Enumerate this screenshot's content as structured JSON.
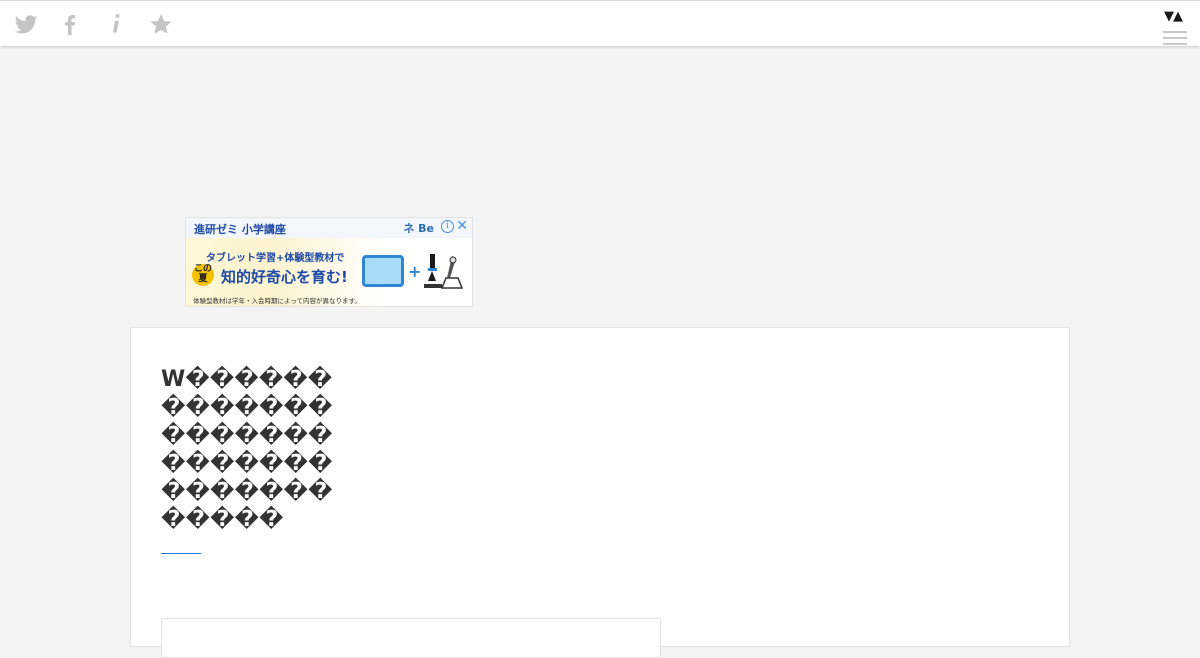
{
  "header": {
    "icons": [
      "twitter-icon",
      "facebook-icon",
      "info-icon",
      "star-icon"
    ],
    "sort_toggle": "▼▲",
    "menu_icon": "hamburger-icon"
  },
  "ad": {
    "brand": "進研ゼミ 小学講座",
    "logo": "ネ Be",
    "info": "i",
    "close": "✕",
    "tagline": "タブレット学習+体験型教材で",
    "badge_top": "この",
    "badge_bottom": "夏",
    "headline": "知的好奇心を育む!",
    "plus": "+",
    "note": "体験型教材は学年・入会時期によって内容が異なります。"
  },
  "article": {
    "title": "W������\n�������\n�������\n�������\n�������\n�����"
  },
  "colors": {
    "background": "#f4f4f4",
    "icon_gray": "#c4c4c4",
    "accent": "#2d7ad6",
    "title": "#333333"
  }
}
